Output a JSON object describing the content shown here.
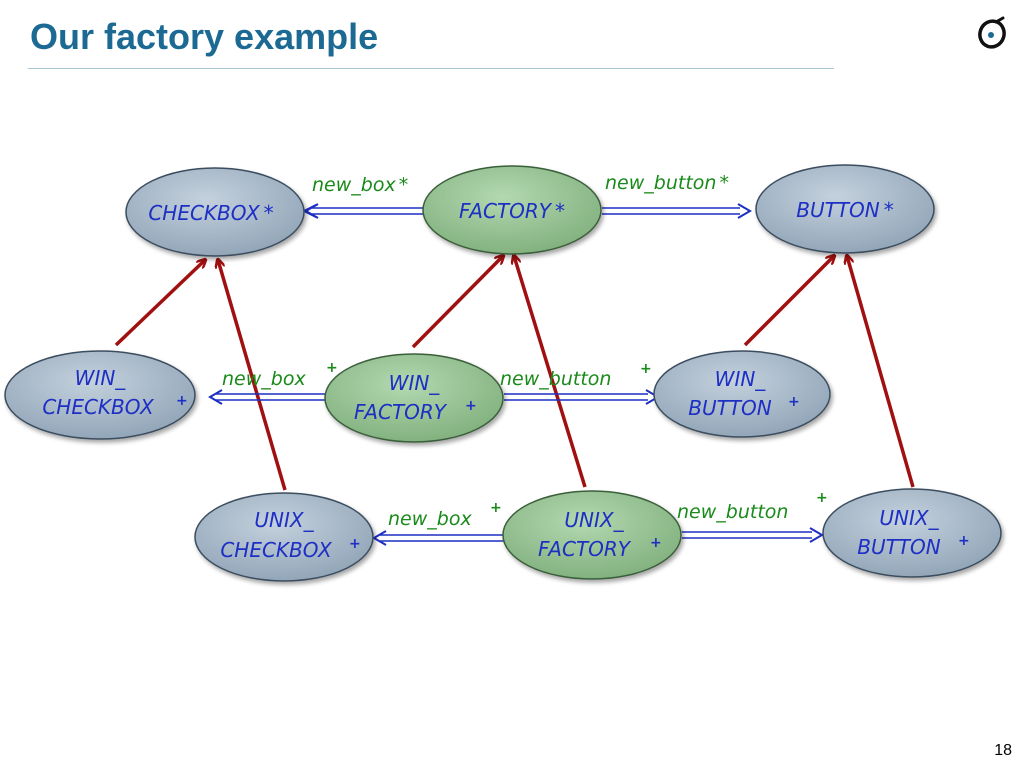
{
  "slide": {
    "title": "Our factory example",
    "page_number": "18"
  },
  "logo": {
    "icon": "eiffel-logo-icon"
  },
  "colors": {
    "title": "#1c6a93",
    "deferred_class_fill": "#a7b7c7",
    "factory_class_fill": "#8fbf8f",
    "node_text": "#1d2fc4",
    "inheritance_arrow": "#a01010",
    "client_arrow": "#1d2fc4",
    "feature_label": "#1a8a1a"
  },
  "nodes": {
    "checkbox": {
      "line1": "CHECKBOX",
      "line2": "",
      "mark": "*"
    },
    "factory": {
      "line1": "FACTORY",
      "line2": "",
      "mark": "*"
    },
    "button": {
      "line1": "BUTTON",
      "line2": "",
      "mark": "*"
    },
    "win_checkbox": {
      "line1": "WIN_",
      "line2": "CHECKBOX",
      "mark": "+"
    },
    "win_factory": {
      "line1": "WIN_",
      "line2": "FACTORY",
      "mark": "+"
    },
    "win_button": {
      "line1": "WIN_",
      "line2": "BUTTON",
      "mark": "+"
    },
    "unix_checkbox": {
      "line1": "UNIX_",
      "line2": "CHECKBOX",
      "mark": "+"
    },
    "unix_factory": {
      "line1": "UNIX_",
      "line2": "FACTORY",
      "mark": "+"
    },
    "unix_button": {
      "line1": "UNIX_",
      "line2": "BUTTON",
      "mark": "+"
    }
  },
  "edge_labels": {
    "top_box": {
      "text": "new_box",
      "mark": "*"
    },
    "top_button": {
      "text": "new_button",
      "mark": "*"
    },
    "win_box": {
      "text": "new_box",
      "mark": "+"
    },
    "win_button": {
      "text": "new_button",
      "mark": "+"
    },
    "unix_box": {
      "text": "new_box",
      "mark": "+"
    },
    "unix_button": {
      "text": "new_button",
      "mark": "+"
    }
  }
}
